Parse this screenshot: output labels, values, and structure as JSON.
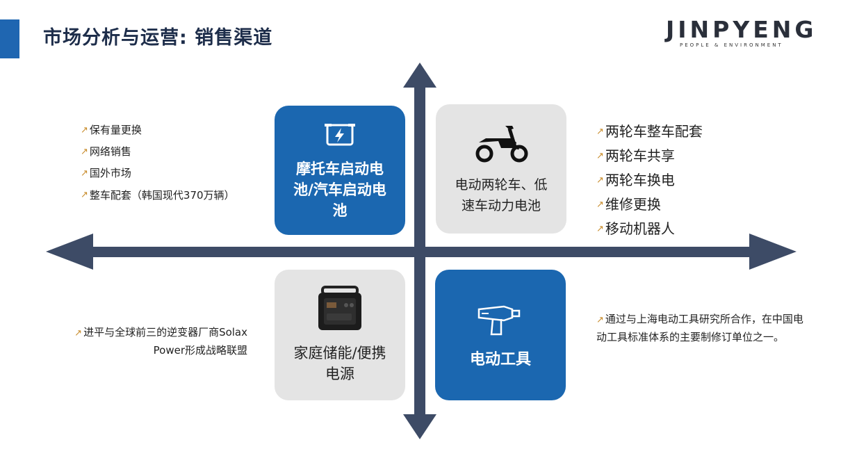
{
  "header": {
    "title": "市场分析与运营: 销售渠道"
  },
  "logo": {
    "name": "JINPYENG",
    "tagline": "PEOPLE & ENVIRONMENT"
  },
  "colors": {
    "blue": "#1b67b0",
    "gray": "#e4e4e4",
    "axis": "#3d4b66",
    "tick": "#c88b2a"
  },
  "quadrants": {
    "top_left": {
      "label": "摩托车启动电池/汽车启动电池",
      "icon": "battery-icon"
    },
    "top_right": {
      "label": "电动两轮车、低速车动力电池",
      "icon": "scooter-icon"
    },
    "bottom_left": {
      "label": "家庭储能/便携电源",
      "icon": "power-station-icon"
    },
    "bottom_right": {
      "label": "电动工具",
      "icon": "power-drill-icon"
    }
  },
  "lists": {
    "left": [
      "保有量更换",
      "网络销售",
      "国外市场",
      "整车配套（韩国现代370万辆）"
    ],
    "right": [
      "两轮车整车配套",
      "两轮车共享",
      "两轮车换电",
      "维修更换",
      "移动机器人"
    ]
  },
  "notes": {
    "left": "进平与全球前三的逆变器厂商Solax Power形成战略联盟",
    "right": "通过与上海电动工具研究所合作，在中国电动工具标准体系的主要制修订单位之一。"
  }
}
